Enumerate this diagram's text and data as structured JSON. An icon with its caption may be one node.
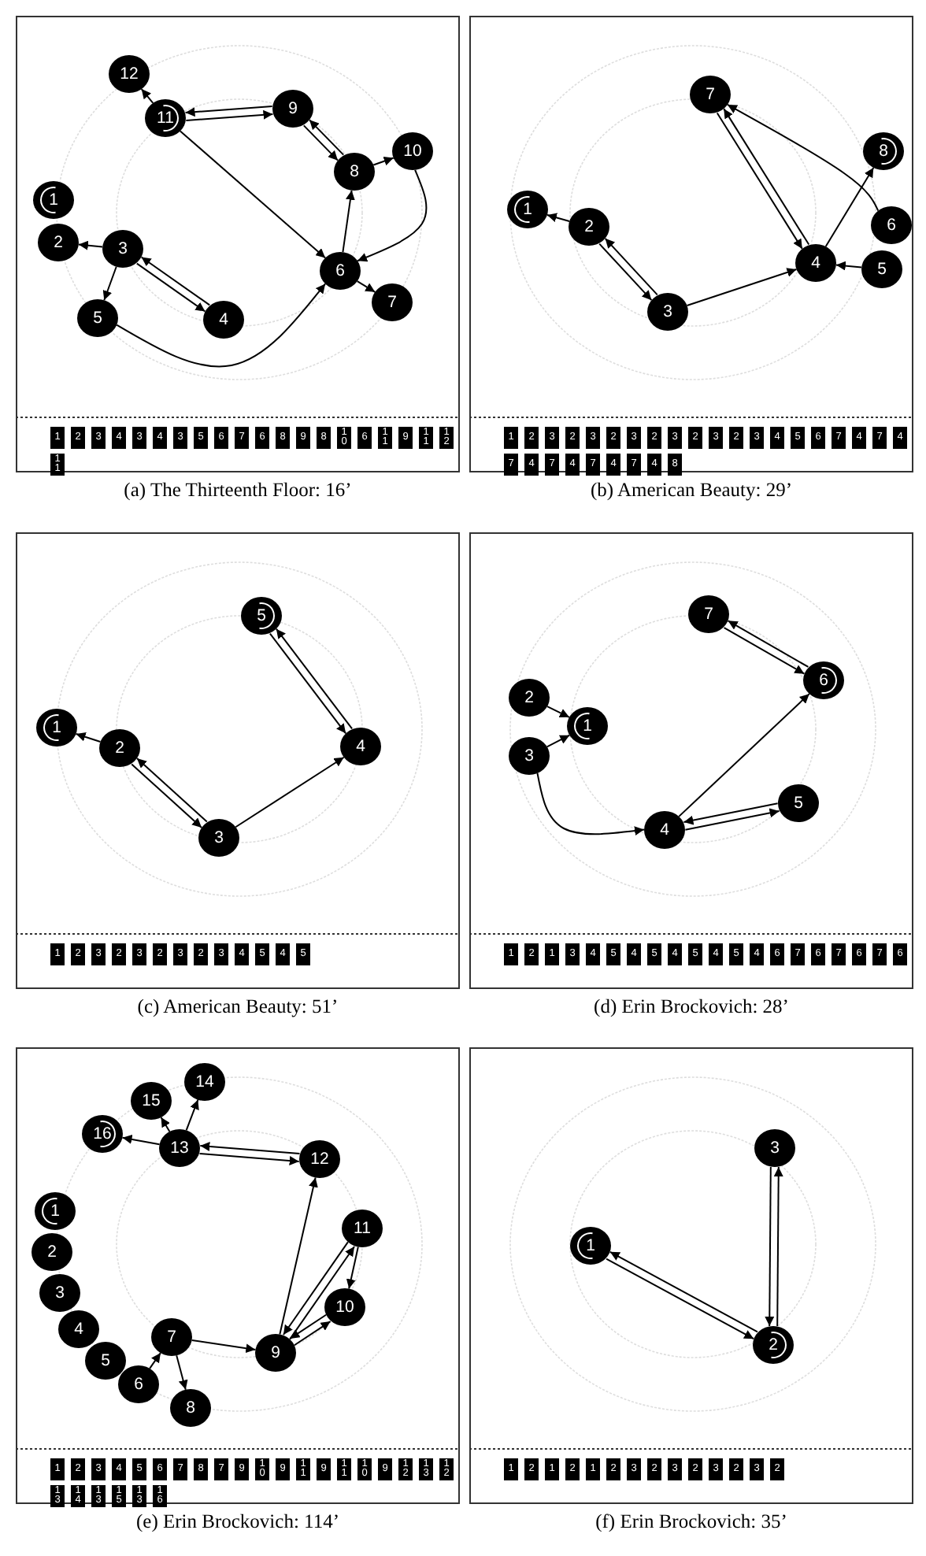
{
  "diagram": {
    "nodes": [
      {
        "text": [
          "(a) The Thirteenth Floor: 16’"
        ]
      },
      {
        "text": [
          "1"
        ],
        "in": 0
      },
      {
        "text": [
          "2"
        ],
        "in": 0
      },
      {
        "text": [
          "3"
        ],
        "in": 0
      },
      {
        "text": [
          "4"
        ],
        "in": 0
      },
      {
        "text": [
          "5"
        ],
        "in": 0
      },
      {
        "text": [
          "6"
        ],
        "in": 0
      },
      {
        "text": [
          "7"
        ],
        "in": 0
      },
      {
        "text": [
          "8"
        ],
        "in": 0
      },
      {
        "text": [
          "9"
        ],
        "in": 0
      },
      {
        "text": [
          "10"
        ],
        "in": 0
      },
      {
        "text": [
          "11"
        ],
        "in": 0
      },
      {
        "text": [
          "12"
        ],
        "in": 0
      },
      {
        "text": [
          "1"
        ],
        "in": 0
      },
      {
        "text": [
          "2"
        ],
        "in": 0
      },
      {
        "text": [
          "3"
        ],
        "in": 0
      },
      {
        "text": [
          "4"
        ],
        "in": 0
      },
      {
        "text": [
          "3"
        ],
        "in": 0
      },
      {
        "text": [
          "4"
        ],
        "in": 0
      },
      {
        "text": [
          "3"
        ],
        "in": 0
      },
      {
        "text": [
          "5"
        ],
        "in": 0
      },
      {
        "text": [
          "6"
        ],
        "in": 0
      },
      {
        "text": [
          "7"
        ],
        "in": 0
      },
      {
        "text": [
          "6"
        ],
        "in": 0
      },
      {
        "text": [
          "8"
        ],
        "in": 0
      },
      {
        "text": [
          "9"
        ],
        "in": 0
      },
      {
        "text": [
          "8"
        ],
        "in": 0
      },
      {
        "text": [
          "10"
        ],
        "in": 0
      },
      {
        "text": [
          "6"
        ],
        "in": 0
      },
      {
        "text": [
          "11"
        ],
        "in": 0
      },
      {
        "text": [
          "9"
        ],
        "in": 0
      },
      {
        "text": [
          "11"
        ],
        "in": 0
      },
      {
        "text": [
          "12"
        ],
        "in": 0
      },
      {
        "text": [
          "11"
        ],
        "in": 0
      },
      {
        "text": [
          "(b) American Beauty: 29’"
        ]
      },
      {
        "text": [
          "1"
        ],
        "in": 34
      },
      {
        "text": [
          "2"
        ],
        "in": 34
      },
      {
        "text": [
          "3"
        ],
        "in": 34
      },
      {
        "text": [
          "4"
        ],
        "in": 34
      },
      {
        "text": [
          "5"
        ],
        "in": 34
      },
      {
        "text": [
          "6"
        ],
        "in": 34
      },
      {
        "text": [
          "7"
        ],
        "in": 34
      },
      {
        "text": [
          "8"
        ],
        "in": 34
      },
      {
        "text": [
          "1"
        ],
        "in": 34
      },
      {
        "text": [
          "2"
        ],
        "in": 34
      },
      {
        "text": [
          "3"
        ],
        "in": 34
      },
      {
        "text": [
          "2"
        ],
        "in": 34
      },
      {
        "text": [
          "3"
        ],
        "in": 34
      },
      {
        "text": [
          "2"
        ],
        "in": 34
      },
      {
        "text": [
          "3"
        ],
        "in": 34
      },
      {
        "text": [
          "2"
        ],
        "in": 34
      },
      {
        "text": [
          "3"
        ],
        "in": 34
      },
      {
        "text": [
          "2"
        ],
        "in": 34
      },
      {
        "text": [
          "3"
        ],
        "in": 34
      },
      {
        "text": [
          "2"
        ],
        "in": 34
      },
      {
        "text": [
          "3"
        ],
        "in": 34
      },
      {
        "text": [
          "4"
        ],
        "in": 34
      },
      {
        "text": [
          "5"
        ],
        "in": 34
      },
      {
        "text": [
          "6"
        ],
        "in": 34
      },
      {
        "text": [
          "7"
        ],
        "in": 34
      },
      {
        "text": [
          "4"
        ],
        "in": 34
      },
      {
        "text": [
          "7"
        ],
        "in": 34
      },
      {
        "text": [
          "4"
        ],
        "in": 34
      },
      {
        "text": [
          "7"
        ],
        "in": 34
      },
      {
        "text": [
          "4"
        ],
        "in": 34
      },
      {
        "text": [
          "7"
        ],
        "in": 34
      },
      {
        "text": [
          "4"
        ],
        "in": 34
      },
      {
        "text": [
          "7"
        ],
        "in": 34
      },
      {
        "text": [
          "4"
        ],
        "in": 34
      },
      {
        "text": [
          "7"
        ],
        "in": 34
      },
      {
        "text": [
          "4"
        ],
        "in": 34
      },
      {
        "text": [
          "8"
        ],
        "in": 34
      },
      {
        "text": [
          "(c) American Beauty: 51’"
        ]
      },
      {
        "text": [
          "1"
        ],
        "in": 72
      },
      {
        "text": [
          "2"
        ],
        "in": 72
      },
      {
        "text": [
          "3"
        ],
        "in": 72
      },
      {
        "text": [
          "4"
        ],
        "in": 72
      },
      {
        "text": [
          "5"
        ],
        "in": 72
      },
      {
        "text": [
          "1"
        ],
        "in": 72
      },
      {
        "text": [
          "2"
        ],
        "in": 72
      },
      {
        "text": [
          "3"
        ],
        "in": 72
      },
      {
        "text": [
          "2"
        ],
        "in": 72
      },
      {
        "text": [
          "3"
        ],
        "in": 72
      },
      {
        "text": [
          "2"
        ],
        "in": 72
      },
      {
        "text": [
          "3"
        ],
        "in": 72
      },
      {
        "text": [
          "2"
        ],
        "in": 72
      },
      {
        "text": [
          "3"
        ],
        "in": 72
      },
      {
        "text": [
          "4"
        ],
        "in": 72
      },
      {
        "text": [
          "5"
        ],
        "in": 72
      },
      {
        "text": [
          "4"
        ],
        "in": 72
      },
      {
        "text": [
          "5"
        ],
        "in": 72
      },
      {
        "text": [
          "(d) Erin Brockovich: 28’"
        ]
      },
      {
        "text": [
          "1"
        ],
        "in": 91
      },
      {
        "text": [
          "2"
        ],
        "in": 91
      },
      {
        "text": [
          "3"
        ],
        "in": 91
      },
      {
        "text": [
          "4"
        ],
        "in": 91
      },
      {
        "text": [
          "5"
        ],
        "in": 91
      },
      {
        "text": [
          "6"
        ],
        "in": 91
      },
      {
        "text": [
          "7"
        ],
        "in": 91
      },
      {
        "text": [
          "1"
        ],
        "in": 91
      },
      {
        "text": [
          "2"
        ],
        "in": 91
      },
      {
        "text": [
          "1"
        ],
        "in": 91
      },
      {
        "text": [
          "3"
        ],
        "in": 91
      },
      {
        "text": [
          "4"
        ],
        "in": 91
      },
      {
        "text": [
          "5"
        ],
        "in": 91
      },
      {
        "text": [
          "4"
        ],
        "in": 91
      },
      {
        "text": [
          "5"
        ],
        "in": 91
      },
      {
        "text": [
          "4"
        ],
        "in": 91
      },
      {
        "text": [
          "5"
        ],
        "in": 91
      },
      {
        "text": [
          "4"
        ],
        "in": 91
      },
      {
        "text": [
          "5"
        ],
        "in": 91
      },
      {
        "text": [
          "4"
        ],
        "in": 91
      },
      {
        "text": [
          "6"
        ],
        "in": 91
      },
      {
        "text": [
          "7"
        ],
        "in": 91
      },
      {
        "text": [
          "6"
        ],
        "in": 91
      },
      {
        "text": [
          "7"
        ],
        "in": 91
      },
      {
        "text": [
          "6"
        ],
        "in": 91
      },
      {
        "text": [
          "7"
        ],
        "in": 91
      },
      {
        "text": [
          "6"
        ],
        "in": 91
      },
      {
        "text": [
          "(e) Erin Brockovich: 114’"
        ]
      },
      {
        "text": [
          "1"
        ],
        "in": 119
      },
      {
        "text": [
          "2"
        ],
        "in": 119
      },
      {
        "text": [
          "3"
        ],
        "in": 119
      },
      {
        "text": [
          "4"
        ],
        "in": 119
      },
      {
        "text": [
          "5"
        ],
        "in": 119
      },
      {
        "text": [
          "6"
        ],
        "in": 119
      },
      {
        "text": [
          "7"
        ],
        "in": 119
      },
      {
        "text": [
          "8"
        ],
        "in": 119
      },
      {
        "text": [
          "9"
        ],
        "in": 119
      },
      {
        "text": [
          "10"
        ],
        "in": 119
      },
      {
        "text": [
          "11"
        ],
        "in": 119
      },
      {
        "text": [
          "12"
        ],
        "in": 119
      },
      {
        "text": [
          "13"
        ],
        "in": 119
      },
      {
        "text": [
          "14"
        ],
        "in": 119
      },
      {
        "text": [
          "15"
        ],
        "in": 119
      },
      {
        "text": [
          "16"
        ],
        "in": 119
      },
      {
        "text": [
          "1"
        ],
        "in": 119
      },
      {
        "text": [
          "2"
        ],
        "in": 119
      },
      {
        "text": [
          "3"
        ],
        "in": 119
      },
      {
        "text": [
          "4"
        ],
        "in": 119
      },
      {
        "text": [
          "5"
        ],
        "in": 119
      },
      {
        "text": [
          "6"
        ],
        "in": 119
      },
      {
        "text": [
          "7"
        ],
        "in": 119
      },
      {
        "text": [
          "8"
        ],
        "in": 119
      },
      {
        "text": [
          "7"
        ],
        "in": 119
      },
      {
        "text": [
          "9"
        ],
        "in": 119
      },
      {
        "text": [
          "10"
        ],
        "in": 119
      },
      {
        "text": [
          "9"
        ],
        "in": 119
      },
      {
        "text": [
          "11"
        ],
        "in": 119
      },
      {
        "text": [
          "9"
        ],
        "in": 119
      },
      {
        "text": [
          "11"
        ],
        "in": 119
      },
      {
        "text": [
          "10"
        ],
        "in": 119
      },
      {
        "text": [
          "9"
        ],
        "in": 119
      },
      {
        "text": [
          "12"
        ],
        "in": 119
      },
      {
        "text": [
          "13"
        ],
        "in": 119
      },
      {
        "text": [
          "12"
        ],
        "in": 119
      },
      {
        "text": [
          "13"
        ],
        "in": 119
      },
      {
        "text": [
          "14"
        ],
        "in": 119
      },
      {
        "text": [
          "13"
        ],
        "in": 119
      },
      {
        "text": [
          "15"
        ],
        "in": 119
      },
      {
        "text": [
          "13"
        ],
        "in": 119
      },
      {
        "text": [
          "16"
        ],
        "in": 119
      },
      {
        "text": [
          "(f) Erin Brockovich: 35’"
        ]
      },
      {
        "text": [
          "1"
        ],
        "in": 162
      },
      {
        "text": [
          "2"
        ],
        "in": 162
      },
      {
        "text": [
          "3"
        ],
        "in": 162
      },
      {
        "text": [
          "1"
        ],
        "in": 162
      },
      {
        "text": [
          "2"
        ],
        "in": 162
      },
      {
        "text": [
          "1"
        ],
        "in": 162
      },
      {
        "text": [
          "2"
        ],
        "in": 162
      },
      {
        "text": [
          "1"
        ],
        "in": 162
      },
      {
        "text": [
          "2"
        ],
        "in": 162
      },
      {
        "text": [
          "3"
        ],
        "in": 162
      },
      {
        "text": [
          "2"
        ],
        "in": 162
      },
      {
        "text": [
          "3"
        ],
        "in": 162
      },
      {
        "text": [
          "2"
        ],
        "in": 162
      },
      {
        "text": [
          "3"
        ],
        "in": 162
      },
      {
        "text": [
          "2"
        ],
        "in": 162
      },
      {
        "text": [
          "3"
        ],
        "in": 162
      },
      {
        "text": [
          "2"
        ],
        "in": 162
      }
    ],
    "edges": [
      {
        "from": 3,
        "to": 2,
        "arrow": "to"
      },
      {
        "from": 3,
        "to": 4,
        "arrow": "to"
      },
      {
        "from": 4,
        "to": 3,
        "arrow": "to"
      },
      {
        "from": 3,
        "to": 5,
        "arrow": "to"
      },
      {
        "from": 5,
        "to": 6,
        "arrow": "to"
      },
      {
        "from": 6,
        "to": 7,
        "arrow": "to"
      },
      {
        "from": 6,
        "to": 8,
        "arrow": "to"
      },
      {
        "from": 8,
        "to": 9,
        "arrow": "to"
      },
      {
        "from": 9,
        "to": 8,
        "arrow": "to"
      },
      {
        "from": 8,
        "to": 10,
        "arrow": "to"
      },
      {
        "from": 10,
        "to": 6,
        "arrow": "to"
      },
      {
        "from": 11,
        "to": 6,
        "arrow": "to"
      },
      {
        "from": 11,
        "to": 9,
        "arrow": "to"
      },
      {
        "from": 9,
        "to": 11,
        "arrow": "to"
      },
      {
        "from": 11,
        "to": 12,
        "arrow": "to"
      },
      {
        "from": 36,
        "to": 35,
        "arrow": "to"
      },
      {
        "from": 36,
        "to": 37,
        "arrow": "to"
      },
      {
        "from": 37,
        "to": 36,
        "arrow": "to"
      },
      {
        "from": 37,
        "to": 38,
        "arrow": "to"
      },
      {
        "from": 39,
        "to": 38,
        "arrow": "to"
      },
      {
        "from": 40,
        "to": 41,
        "arrow": "to"
      },
      {
        "from": 41,
        "to": 38,
        "arrow": "to"
      },
      {
        "from": 38,
        "to": 41,
        "arrow": "to"
      },
      {
        "from": 38,
        "to": 42,
        "arrow": "to"
      },
      {
        "from": 74,
        "to": 73,
        "arrow": "to"
      },
      {
        "from": 74,
        "to": 75,
        "arrow": "to"
      },
      {
        "from": 75,
        "to": 74,
        "arrow": "to"
      },
      {
        "from": 75,
        "to": 76,
        "arrow": "to"
      },
      {
        "from": 76,
        "to": 77,
        "arrow": "to"
      },
      {
        "from": 77,
        "to": 76,
        "arrow": "to"
      },
      {
        "from": 93,
        "to": 92,
        "arrow": "to"
      },
      {
        "from": 94,
        "to": 92,
        "arrow": "to"
      },
      {
        "from": 94,
        "to": 95,
        "arrow": "to"
      },
      {
        "from": 95,
        "to": 96,
        "arrow": "to"
      },
      {
        "from": 96,
        "to": 95,
        "arrow": "to"
      },
      {
        "from": 95,
        "to": 97,
        "arrow": "to"
      },
      {
        "from": 97,
        "to": 98,
        "arrow": "to"
      },
      {
        "from": 98,
        "to": 97,
        "arrow": "to"
      },
      {
        "from": 125,
        "to": 126,
        "arrow": "to"
      },
      {
        "from": 126,
        "to": 127,
        "arrow": "to"
      },
      {
        "from": 126,
        "to": 128,
        "arrow": "to"
      },
      {
        "from": 128,
        "to": 129,
        "arrow": "to"
      },
      {
        "from": 129,
        "to": 128,
        "arrow": "to"
      },
      {
        "from": 128,
        "to": 130,
        "arrow": "to"
      },
      {
        "from": 130,
        "to": 128,
        "arrow": "to"
      },
      {
        "from": 130,
        "to": 129,
        "arrow": "to"
      },
      {
        "from": 128,
        "to": 131,
        "arrow": "to"
      },
      {
        "from": 131,
        "to": 132,
        "arrow": "to"
      },
      {
        "from": 132,
        "to": 131,
        "arrow": "to"
      },
      {
        "from": 132,
        "to": 133,
        "arrow": "to"
      },
      {
        "from": 132,
        "to": 134,
        "arrow": "to"
      },
      {
        "from": 132,
        "to": 135,
        "arrow": "to"
      },
      {
        "from": 163,
        "to": 164,
        "arrow": "to"
      },
      {
        "from": 164,
        "to": 163,
        "arrow": "to"
      },
      {
        "from": 164,
        "to": 165,
        "arrow": "to"
      },
      {
        "from": 165,
        "to": 164,
        "arrow": "to"
      }
    ]
  }
}
